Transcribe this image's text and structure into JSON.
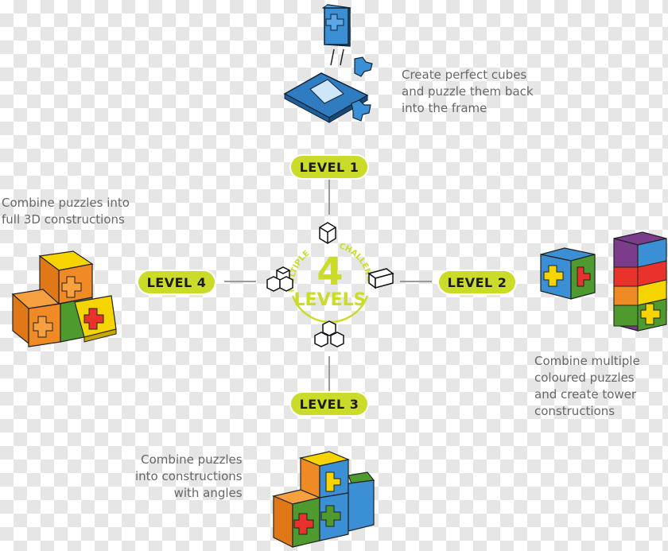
{
  "levels": {
    "level1": "LEVEL 1",
    "level2": "LEVEL 2",
    "level3": "LEVEL 3",
    "level4": "LEVEL 4"
  },
  "center": {
    "number": "4",
    "word": "LEVELS",
    "arc_left": "MULTIPLE",
    "arc_right": "CHALLENGES"
  },
  "descriptions": {
    "level1": "Create perfect cubes\nand puzzle them back\ninto the frame",
    "level2": "Combine multiple\ncoloured puzzles\nand create tower\nconstructions",
    "level3": "Combine puzzles\ninto constructions\nwith angles",
    "level4": "Combine puzzles into\nfull 3D constructions"
  },
  "colors": {
    "accent": "#cbdb2a",
    "blue": "#3b8fd4",
    "green": "#4e9a2f",
    "orange": "#f08a24",
    "yellow": "#f6d400",
    "red": "#e8322b",
    "purple": "#7b3c8c"
  }
}
